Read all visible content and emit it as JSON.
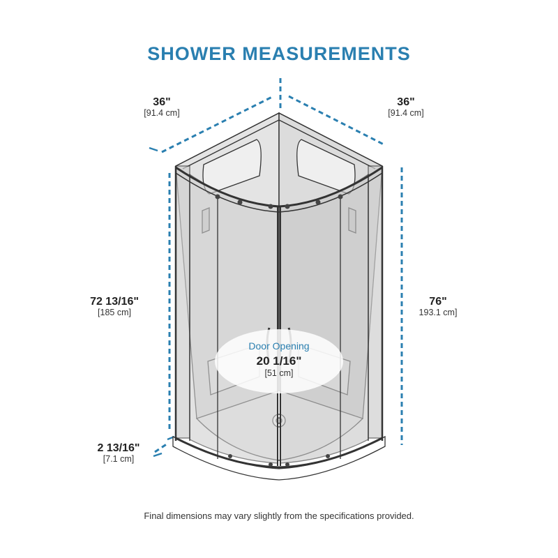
{
  "title": "SHOWER MEASUREMENTS",
  "accent_color": "#2a7fb0",
  "dimensions": {
    "width_left": {
      "main": "36\"",
      "sub": "[91.4 cm]"
    },
    "width_right": {
      "main": "36\"",
      "sub": "[91.4 cm]"
    },
    "door_height": {
      "main": "72 13/16\"",
      "sub": "[185 cm]"
    },
    "total_height": {
      "main": "76\"",
      "sub": "193.1 cm]"
    },
    "base_height": {
      "main": "2 13/16\"",
      "sub": "[7.1 cm]"
    },
    "door_opening": {
      "label": "Door Opening",
      "main": "20 1/16\"",
      "sub": "[51 cm]"
    }
  },
  "footer": "Final dimensions may vary slightly from the specifications provided."
}
